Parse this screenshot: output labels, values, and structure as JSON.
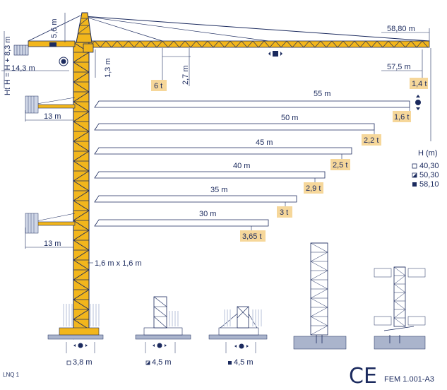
{
  "colors": {
    "steel": "#f2b61c",
    "navy": "#1b2a5e",
    "badge": "#f6d79a",
    "ground": "#aab4cc",
    "ballast": "#cfd6e6"
  },
  "top": {
    "jib_length": "58,80 m",
    "counter_jib_length": "14,3 m",
    "head_height": "5,6 m",
    "hook_height_label": "H = H + 8,3 m",
    "hook_height_prefix": "Ht",
    "trolley_offset": "1,3 m",
    "min_radius": "2,7 m",
    "max_load": "6 t",
    "tip_radius": "57,5 m",
    "tip_load": "1,4 t"
  },
  "counter_jib_variants": [
    {
      "length": "13 m"
    },
    {
      "length": "13 m"
    }
  ],
  "jib_variants": [
    {
      "length": "55 m",
      "tip_load": "1,6 t"
    },
    {
      "length": "50 m",
      "tip_load": "2,2 t"
    },
    {
      "length": "45 m",
      "tip_load": "2,5 t"
    },
    {
      "length": "40 m",
      "tip_load": "2,9 t"
    },
    {
      "length": "35 m",
      "tip_load": "3 t"
    },
    {
      "length": "30 m",
      "tip_load": "3,65 t"
    }
  ],
  "heights": {
    "title": "H (m)",
    "items": [
      {
        "symbol": "empty-square",
        "value": "40,30"
      },
      {
        "symbol": "half-square",
        "value": "50,30"
      },
      {
        "symbol": "filled-square",
        "value": "58,10"
      }
    ]
  },
  "mast_section": "1,6 m x 1,6 m",
  "bases": [
    {
      "width": "3,8 m"
    },
    {
      "width": "4,5 m"
    },
    {
      "width": "4,5 m"
    }
  ],
  "footer": {
    "code": "LNQ 1",
    "ce_mark": "CE",
    "standard": "FEM 1.001-A3"
  }
}
